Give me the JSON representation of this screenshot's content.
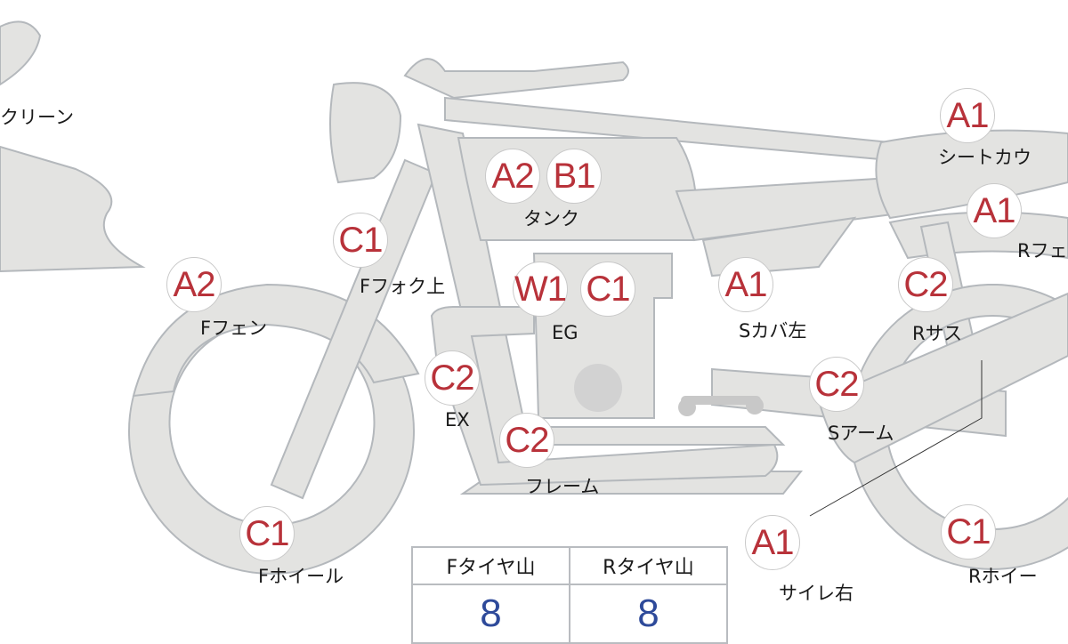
{
  "parts": [
    {
      "id": "screen",
      "label": "クリーン",
      "grade": null
    },
    {
      "id": "seat-cowl",
      "label": "シートカウ",
      "grade": "A1"
    },
    {
      "id": "tank",
      "label": "タンク",
      "grades": [
        "A2",
        "B1"
      ]
    },
    {
      "id": "front-fork-upper",
      "label": "Fフォク上",
      "grade": "C1"
    },
    {
      "id": "front-fender",
      "label": "Fフェン",
      "grade": "A2"
    },
    {
      "id": "engine",
      "label": "EG",
      "grades": [
        "W1",
        "C1"
      ]
    },
    {
      "id": "side-cover-left",
      "label": "Sカバ左",
      "grade": "A1"
    },
    {
      "id": "rear-fender",
      "label": "Rフェ",
      "grade": "A1"
    },
    {
      "id": "rear-suspension",
      "label": "Rサス",
      "grade": "C2"
    },
    {
      "id": "exhaust",
      "label": "EX",
      "grade": "C2"
    },
    {
      "id": "swing-arm",
      "label": "Sアーム",
      "grade": "C2"
    },
    {
      "id": "frame",
      "label": "フレーム",
      "grade": "C2"
    },
    {
      "id": "front-wheel",
      "label": "Fホイール",
      "grade": "C1"
    },
    {
      "id": "silencer-right",
      "label": "サイレ右",
      "grade": "A1"
    },
    {
      "id": "rear-wheel",
      "label": "Rホイー",
      "grade": "C1"
    }
  ],
  "tire_table": {
    "headers": [
      "Fタイヤ山",
      "Rタイヤ山"
    ],
    "values": [
      "8",
      "8"
    ]
  },
  "colors": {
    "grade_text": "#b8323a",
    "tire_value": "#2e4a9a",
    "part_fill": "#e3e3e1",
    "part_stroke": "#b4b8bc"
  }
}
